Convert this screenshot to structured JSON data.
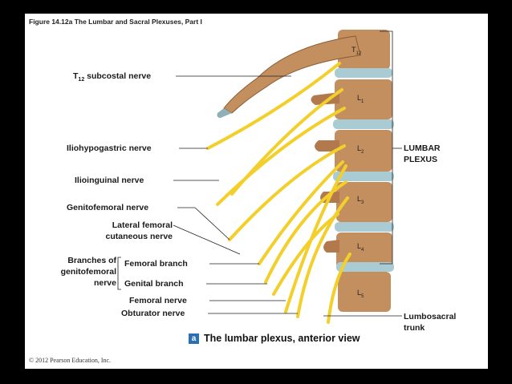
{
  "figure_title": "Figure 14.12a  The Lumbar and Sacral Plexuses, Part I",
  "caption": {
    "badge": "a",
    "text": "The lumbar plexus, anterior view"
  },
  "copyright": "© 2012 Pearson Education, Inc.",
  "vertebrae": [
    {
      "letter": "T",
      "sub": "12"
    },
    {
      "letter": "L",
      "sub": "1"
    },
    {
      "letter": "L",
      "sub": "2"
    },
    {
      "letter": "L",
      "sub": "3"
    },
    {
      "letter": "L",
      "sub": "4"
    },
    {
      "letter": "L",
      "sub": "5"
    }
  ],
  "labels": {
    "subcostal_prefix": "T",
    "subcostal_sub": "12",
    "subcostal_rest": " subcostal nerve",
    "iliohypogastric": "Iliohypogastric nerve",
    "ilioinguinal": "Ilioinguinal nerve",
    "genitofemoral": "Genitofemoral nerve",
    "lateral_femoral_1": "Lateral femoral",
    "lateral_femoral_2": "cutaneous nerve",
    "branches_1": "Branches of",
    "branches_2": "genitofemoral",
    "branches_3": "nerve",
    "femoral_branch": "Femoral branch",
    "genital_branch": "Genital branch",
    "femoral_nerve": "Femoral nerve",
    "obturator_nerve": "Obturator nerve",
    "lumbar_plexus_1": "LUMBAR",
    "lumbar_plexus_2": "PLEXUS",
    "lumbosacral_1": "Lumbosacral",
    "lumbosacral_2": "trunk"
  },
  "colors": {
    "background": "#000000",
    "panel": "#ffffff",
    "nerve": "#f2cf2a",
    "nerve_edge": "#b8941a",
    "bone": "#c08a5a",
    "disc": "#a9cbd3",
    "badge": "#2b6fb5"
  }
}
